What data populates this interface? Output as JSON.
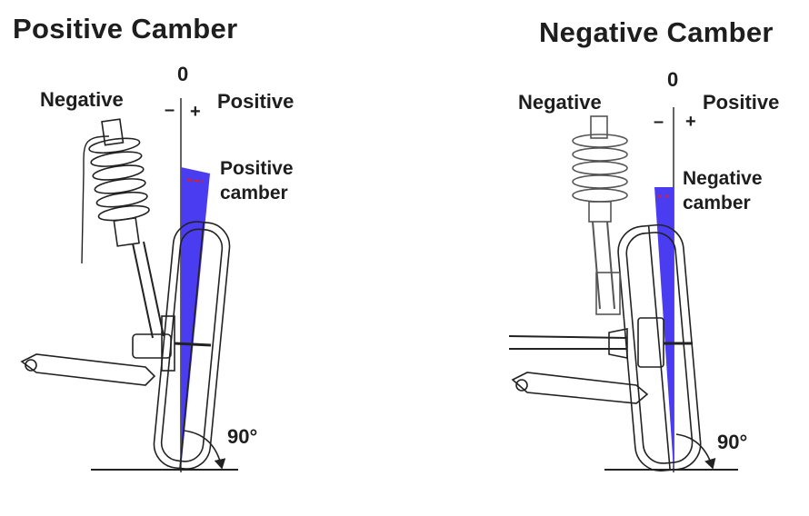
{
  "left_panel": {
    "title": "Positive Camber",
    "zero": "0",
    "minus": "–",
    "plus": "+",
    "negative": "Negative",
    "positive": "Positive",
    "callout_line1": "Positive",
    "callout_line2": "camber",
    "angle": "90°"
  },
  "right_panel": {
    "title": "Negative Camber",
    "zero": "0",
    "minus": "–",
    "plus": "+",
    "negative": "Negative",
    "positive": "Positive",
    "callout_line1": "Negative",
    "callout_line2": "camber",
    "angle": "90°"
  },
  "colors": {
    "camber_wedge": "#4a3cf0",
    "marker": "#e02020",
    "line_art": "#222222"
  }
}
